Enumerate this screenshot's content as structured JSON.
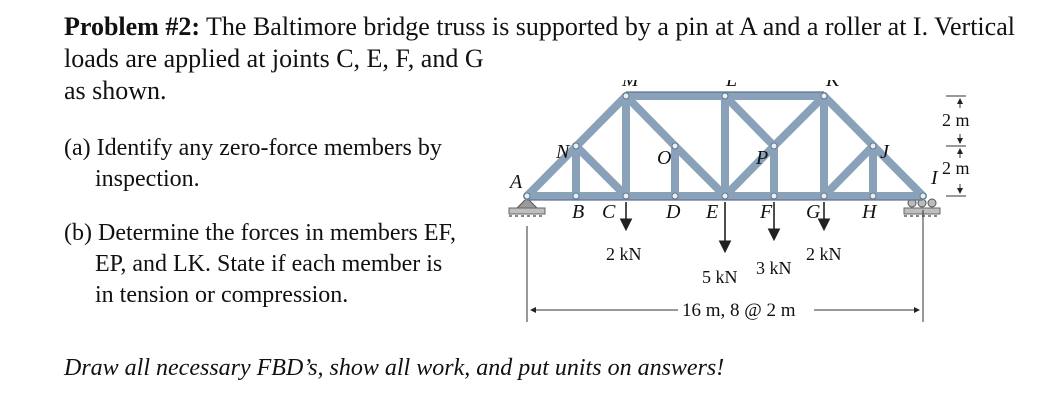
{
  "problem": {
    "heading": "Problem #2:",
    "line1_rest": "The Baltimore bridge truss is supported by a pin at A and a roller at I. Vertical",
    "line2": "loads are applied at joints C, E, F, and G",
    "line3": "as shown."
  },
  "parts": {
    "a": {
      "line1": "(a) Identify any zero-force members by",
      "line2": "inspection."
    },
    "b": {
      "line1": "(b) Determine the forces in members EF,",
      "line2": "EP, and LK.  State if each member is",
      "line3": "in tension or compression."
    }
  },
  "footer": "Draw all necessary FBD’s, show all work, and put units on answers!",
  "figure": {
    "joint_labels": {
      "A": "A",
      "B": "B",
      "C": "C",
      "D": "D",
      "E": "E",
      "F": "F",
      "G": "G",
      "H": "H",
      "I": "I",
      "J": "J",
      "K": "K",
      "L": "L",
      "M": "M",
      "N": "N",
      "O": "O",
      "P": "P"
    },
    "loads": {
      "c": "2 kN",
      "e": "5 kN",
      "f": "3 kN",
      "g": "2 kN"
    },
    "span_dimension": "16 m, 8 @ 2 m",
    "height_dims": [
      "2 m",
      "2 m"
    ],
    "colors": {
      "truss": "#8aa2b9",
      "truss_dark": "#5d768f",
      "support": "#9a9a9a"
    }
  }
}
